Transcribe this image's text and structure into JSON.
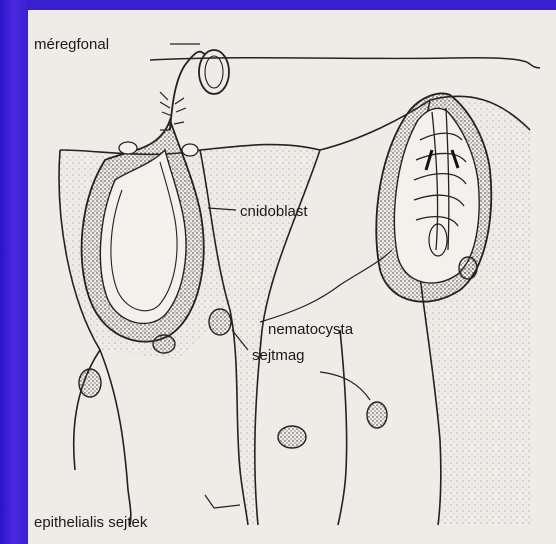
{
  "diagram": {
    "labels": {
      "meregfonal": "méregfonal",
      "cnidoblast": "cnidoblast",
      "nematocysta": "nematocysta",
      "sejtmag": "sejtmag",
      "epithelialis": "epithelialis sejtek"
    }
  },
  "colors": {
    "background": "#3a1fd0",
    "paper": "#eeece7",
    "ink": "#1a1a1a"
  }
}
